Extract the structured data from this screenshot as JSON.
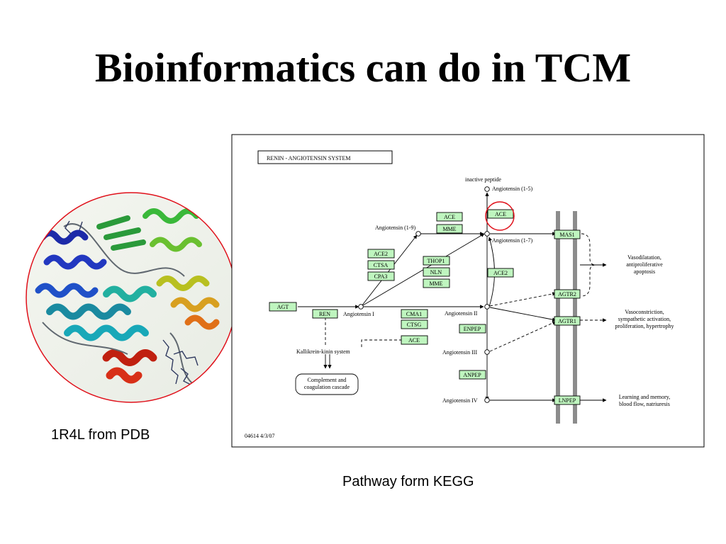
{
  "slide": {
    "title": "Bioinformatics can do in TCM",
    "protein_caption": "1R4L  from PDB",
    "pathway_caption": "Pathway form KEGG"
  },
  "pathway": {
    "title": "RENIN - ANGIOTENSIN SYSTEM",
    "footer": "04614 4/3/07",
    "genes": {
      "agt": "AGT",
      "ren": "REN",
      "ace2_a": "ACE2",
      "ctsa": "CTSA",
      "cpa3": "CPA3",
      "ace_top": "ACE",
      "mme_top": "MME",
      "ace_highlight": "ACE",
      "thop1": "THOP1",
      "nln": "NLN",
      "mme_mid": "MME",
      "ace2_b": "ACE2",
      "cma1": "CMA1",
      "ctsg": "CTSG",
      "ace_low": "ACE",
      "enpep": "ENPEP",
      "anpep": "ANPEP",
      "mas1": "MAS1",
      "agtr2": "AGTR2",
      "agtr1": "AGTR1",
      "lnpep": "LNPEP"
    },
    "compounds": {
      "inactive": "inactive peptide",
      "ang15": "Angiotensin (1-5)",
      "ang19": "Angiotensin (1-9)",
      "ang17": "Angiotensin (1-7)",
      "ang1": "Angiotensin I",
      "ang2": "Angiotensin II",
      "ang3": "Angiotensin III",
      "ang4": "Angiotensin IV",
      "kallikrein": "Kallikrein-kinin system",
      "complement_1": "Complement and",
      "complement_2": "coagulation cascade"
    },
    "outcomes": {
      "vaso_1": "Vasodilatation,",
      "vaso_2": "antiproliferative",
      "vaso_3": "apoptosis",
      "vasoc_1": "Vasoconstriction,",
      "vasoc_2": "sympathetic activation,",
      "vasoc_3": "proliferation, hypertrophy",
      "learn_1": "Learning and memory,",
      "learn_2": "blood flow, natriuresis"
    }
  },
  "colors": {
    "gene_fill": "#bff5bf",
    "highlight": "#e0101a",
    "membrane": "#8c8c8c"
  }
}
